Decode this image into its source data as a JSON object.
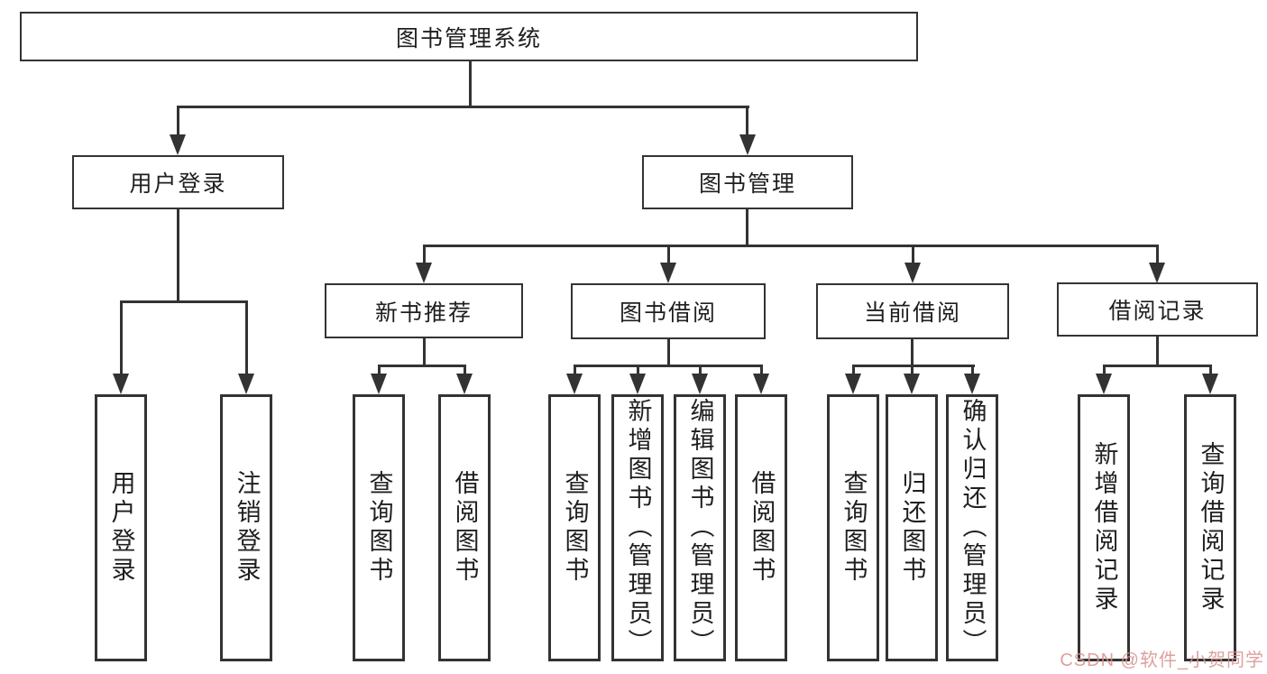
{
  "diagram": {
    "title": "图书管理系统",
    "level2": {
      "user_login": "用户登录",
      "book_management": "图书管理"
    },
    "level3": {
      "new_books": "新书推荐",
      "book_borrow": "图书借阅",
      "current_borrow": "当前借阅",
      "borrow_records": "借阅记录"
    },
    "leaves": {
      "user_login": [
        "用户登录",
        "注销登录"
      ],
      "new_books": [
        "查询图书",
        "借阅图书"
      ],
      "book_borrow": [
        "查询图书",
        "新增图书（管理员）",
        "编辑图书（管理员）",
        "借阅图书"
      ],
      "current_borrow": [
        "查询图书",
        "归还图书",
        "确认归还（管理员）"
      ],
      "borrow_records": [
        "新增借阅记录",
        "查询借阅记录"
      ]
    }
  },
  "watermark": {
    "text": "CSDN @软件_小贺同学",
    "color": "#d9908c"
  },
  "colors": {
    "line": "#333333",
    "box_border": "#333333",
    "text": "#1f1f1f",
    "background": "#ffffff"
  }
}
